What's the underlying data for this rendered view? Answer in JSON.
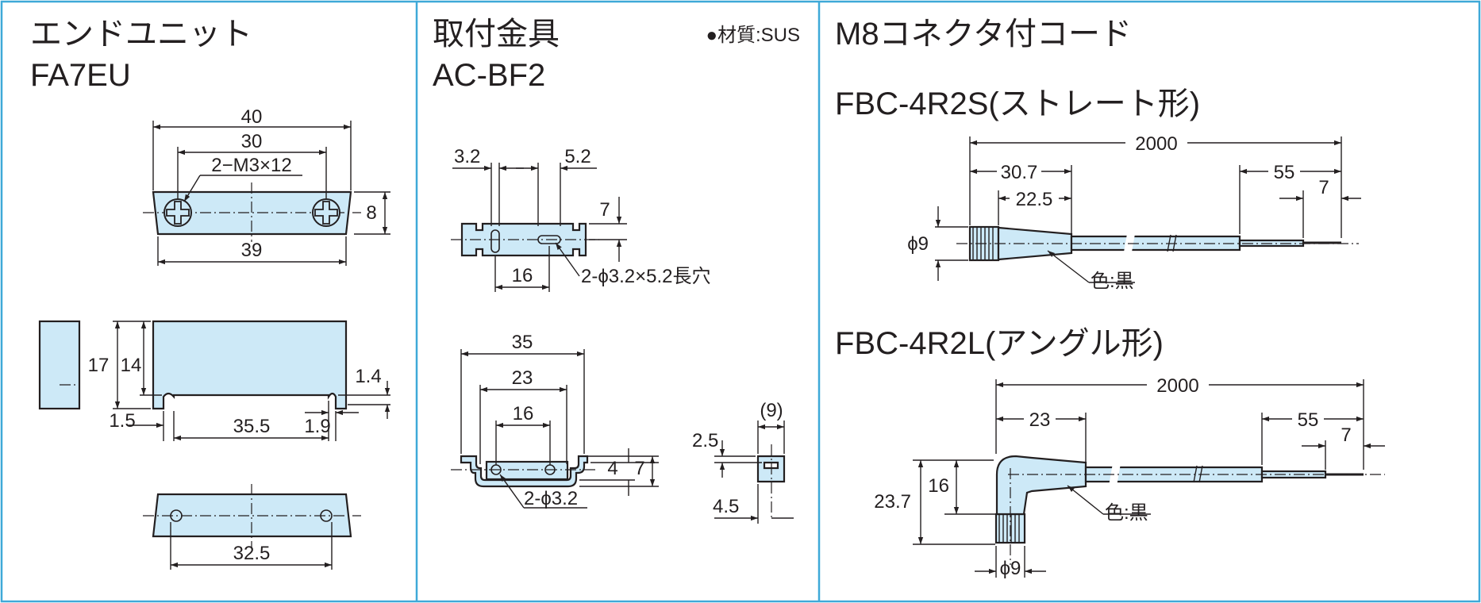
{
  "colors": {
    "frame": "#3fa9d8",
    "part_fill": "#cde9f7",
    "ink": "#231f20"
  },
  "panel_end_unit": {
    "title": "エンドユニット",
    "model": "FA7EU",
    "dims": {
      "w40": "40",
      "w30": "30",
      "screw": "2−M3×12",
      "h8": "8",
      "w39": "39",
      "h17": "17",
      "h14": "14",
      "t14": "1.4",
      "g15": "1.5",
      "w355": "35.5",
      "g19": "1.9",
      "w325": "32.5"
    }
  },
  "panel_bracket": {
    "title": "取付金具",
    "model": "AC-BF2",
    "material": "●材質:SUS",
    "dims": {
      "d32": "3.2",
      "d52": "5.2",
      "h7": "7",
      "w16": "16",
      "slot": "2-ϕ3.2×5.2長穴",
      "w35": "35",
      "w23": "23",
      "w16b": "16",
      "h4": "4",
      "h7b": "7",
      "hole": "2-ϕ3.2",
      "s9": "(9)",
      "s25": "2.5",
      "s45": "4.5"
    }
  },
  "panel_cord": {
    "title": "M8コネクタ付コード",
    "straight": {
      "model": "FBC-4R2S(ストレート形)",
      "dims": {
        "len": "2000",
        "d307": "30.7",
        "d225": "22.5",
        "d55": "55",
        "d7": "7",
        "phi9": "ϕ9",
        "color": "色:黒"
      }
    },
    "angle": {
      "model": "FBC-4R2L(アングル形)",
      "dims": {
        "len": "2000",
        "d23": "23",
        "d55": "55",
        "d7": "7",
        "h16": "16",
        "h237": "23.7",
        "phi9": "ϕ9",
        "color": "色:黒"
      }
    }
  }
}
